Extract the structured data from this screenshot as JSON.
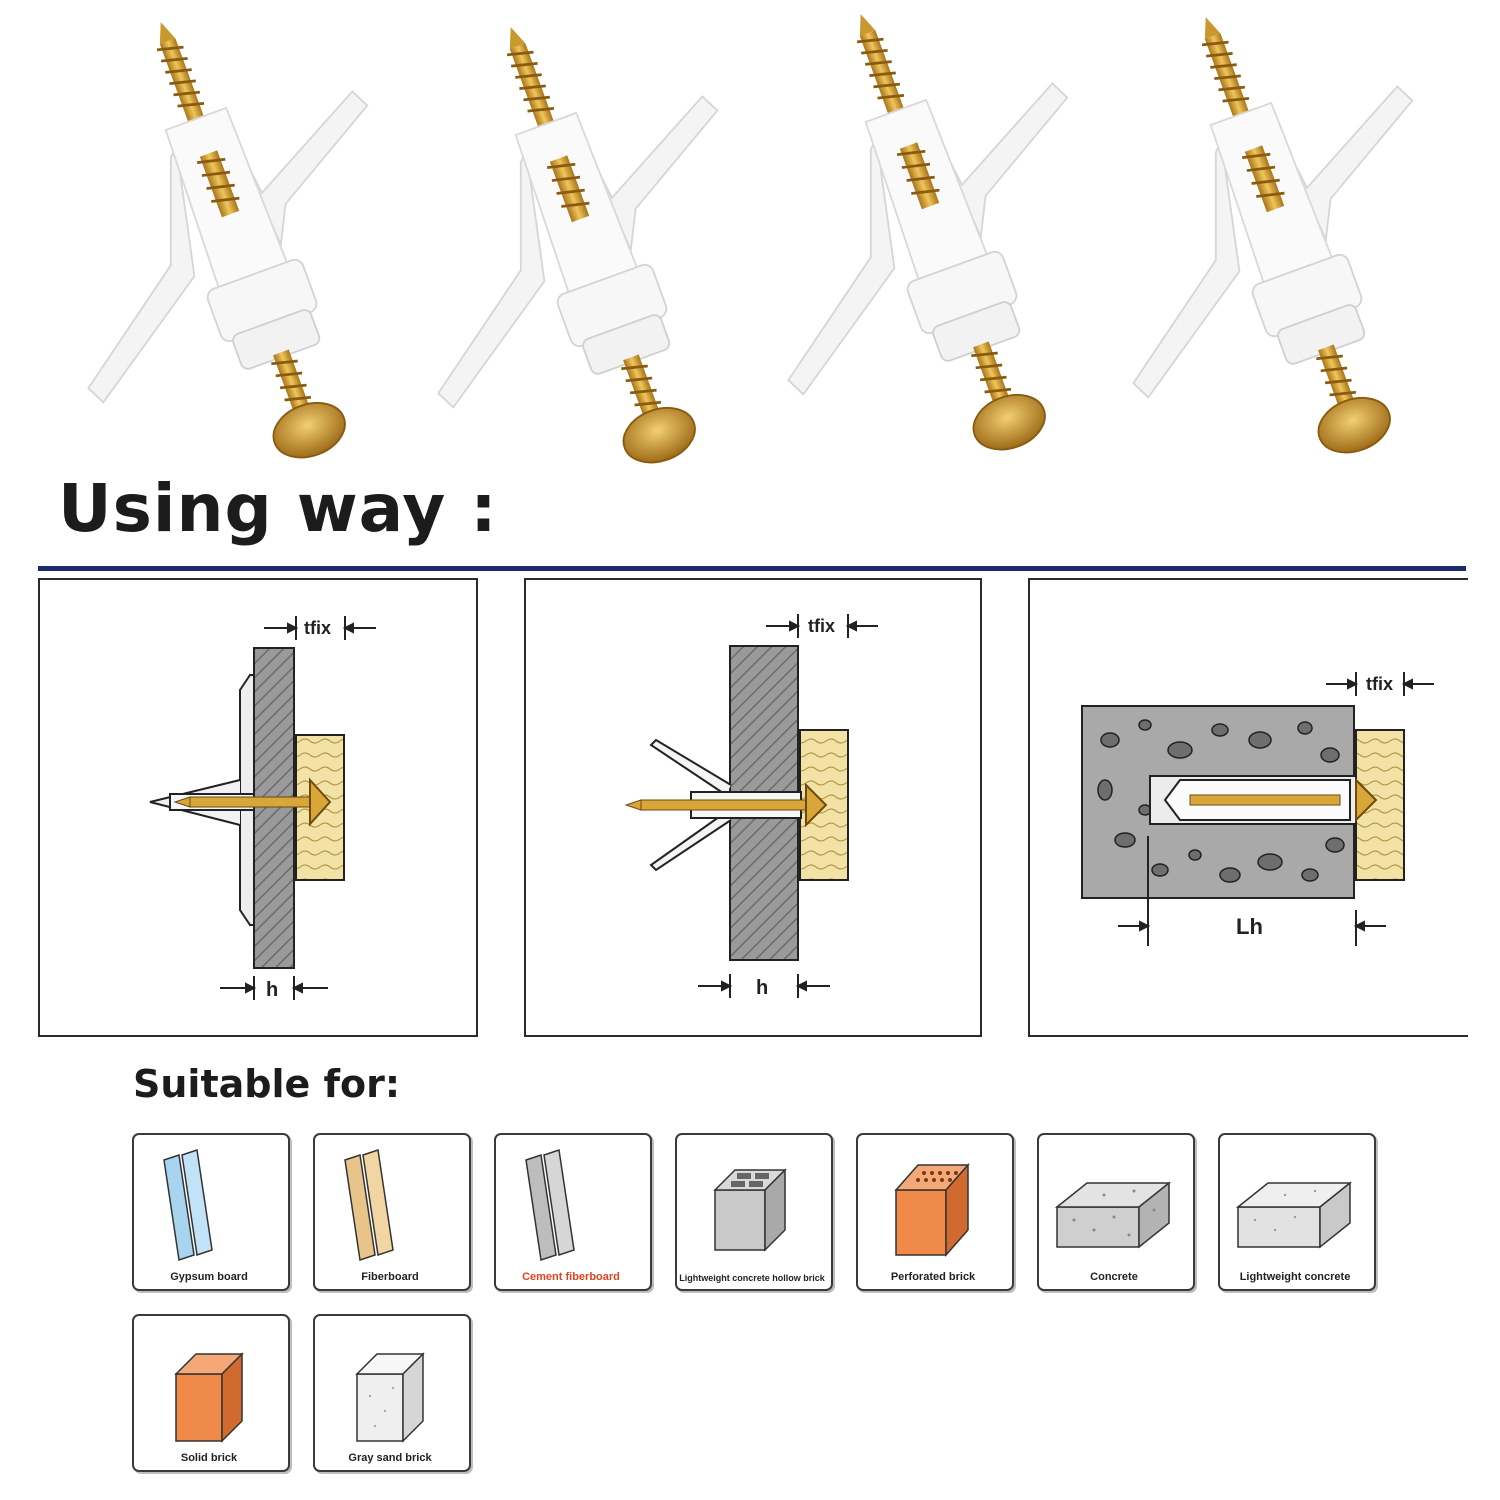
{
  "title": "Using way :",
  "diagrams": [
    {
      "name": "expanded-in-board",
      "top_label": "tfix",
      "bottom_label": "h"
    },
    {
      "name": "inserting-in-board",
      "top_label": "tfix",
      "bottom_label": "h"
    },
    {
      "name": "in-concrete",
      "top_label": "tfix",
      "bottom_label": "Lh"
    }
  ],
  "suitable_title": "Suitable for:",
  "materials": [
    {
      "label": "Gypsum board",
      "icon": "gypsum-board-icon"
    },
    {
      "label": "Fiberboard",
      "icon": "fiberboard-icon"
    },
    {
      "label": "Cement fiberboard",
      "icon": "cement-fiberboard-icon",
      "color": "#e0431f"
    },
    {
      "label": "Lightweight concrete hollow brick",
      "icon": "hollow-brick-icon"
    },
    {
      "label": "Perforated brick",
      "icon": "perforated-brick-icon"
    },
    {
      "label": "Concrete",
      "icon": "concrete-block-icon"
    },
    {
      "label": "Lightweight concrete",
      "icon": "lightweight-concrete-icon"
    },
    {
      "label": "Solid brick",
      "icon": "solid-brick-icon"
    },
    {
      "label": "Gray sand brick",
      "icon": "gray-sand-brick-icon"
    }
  ],
  "colors": {
    "rule": "#1d2a6e",
    "screw": "#c9982e",
    "wood": "#f3e2a6",
    "wall": "#8a8a8a"
  }
}
